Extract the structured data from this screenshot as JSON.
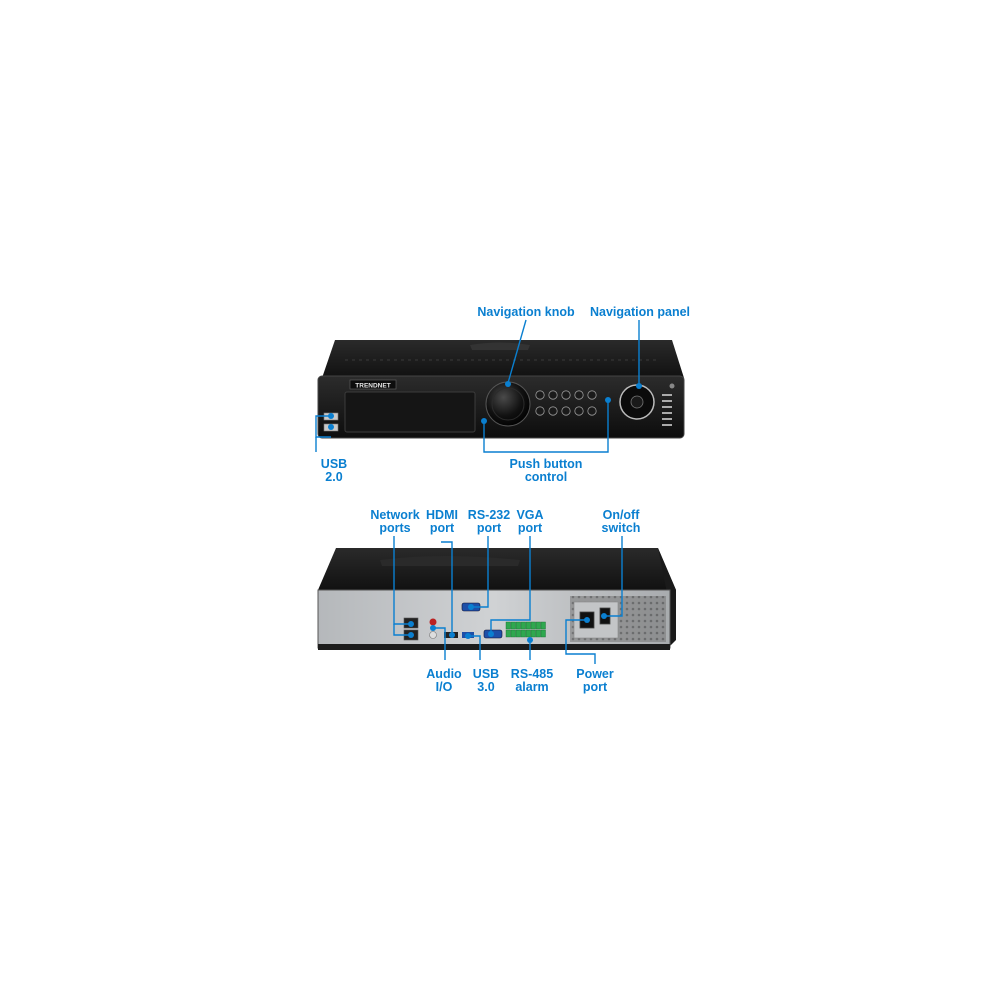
{
  "accent_color": "#0a7fd0",
  "brand": {
    "name": "TRENDNET"
  },
  "front_view": {
    "callouts": [
      {
        "id": "navigation-knob",
        "lines": [
          "Navigation knob"
        ]
      },
      {
        "id": "navigation-panel",
        "lines": [
          "Navigation panel"
        ]
      },
      {
        "id": "usb-2-0",
        "lines": [
          "USB",
          "2.0"
        ]
      },
      {
        "id": "push-button-control",
        "lines": [
          "Push button",
          "control"
        ]
      }
    ]
  },
  "rear_view": {
    "callouts": [
      {
        "id": "network-ports",
        "lines": [
          "Network",
          "ports"
        ]
      },
      {
        "id": "hdmi-port",
        "lines": [
          "HDMI",
          "port"
        ]
      },
      {
        "id": "rs-232-port",
        "lines": [
          "RS-232",
          "port"
        ]
      },
      {
        "id": "vga-port",
        "lines": [
          "VGA",
          "port"
        ]
      },
      {
        "id": "on-off-switch",
        "lines": [
          "On/off",
          "switch"
        ]
      },
      {
        "id": "audio-io",
        "lines": [
          "Audio",
          "I/O"
        ]
      },
      {
        "id": "usb-3-0",
        "lines": [
          "USB",
          "3.0"
        ]
      },
      {
        "id": "rs-485-alarm",
        "lines": [
          "RS-485",
          "alarm"
        ]
      },
      {
        "id": "power-port",
        "lines": [
          "Power",
          "port"
        ]
      }
    ]
  }
}
